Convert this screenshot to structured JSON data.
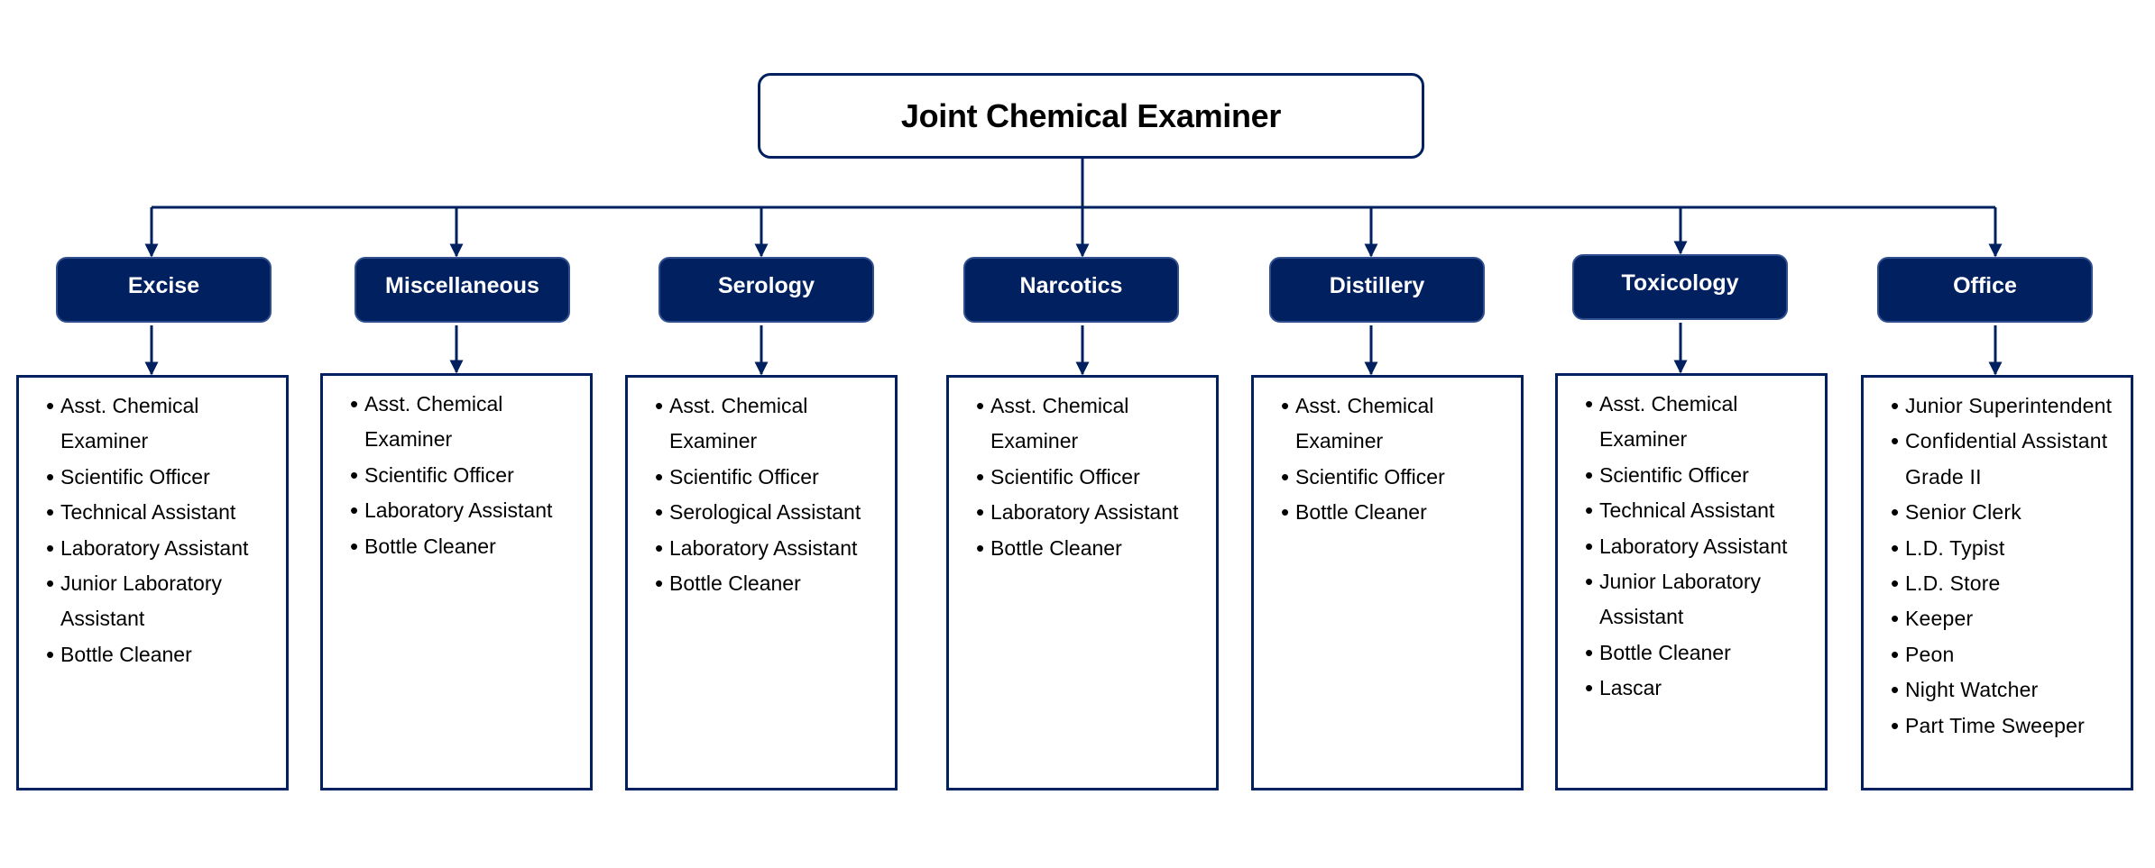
{
  "title": "Joint Chemical Examiner",
  "colors": {
    "primary": "#002060",
    "text": "#000000",
    "header_text": "#ffffff"
  },
  "departments": [
    {
      "name": "Excise",
      "positions": [
        "Asst. Chemical Examiner",
        "Scientific Officer",
        "Technical Assistant",
        "Laboratory Assistant",
        "Junior Laboratory Assistant",
        "Bottle Cleaner"
      ]
    },
    {
      "name": "Miscellaneous",
      "positions": [
        "Asst. Chemical Examiner",
        "Scientific Officer",
        "Laboratory Assistant",
        "Bottle Cleaner"
      ]
    },
    {
      "name": "Serology",
      "positions": [
        "Asst. Chemical Examiner",
        "Scientific Officer",
        "Serological Assistant",
        "Laboratory Assistant",
        "Bottle Cleaner"
      ]
    },
    {
      "name": "Narcotics",
      "positions": [
        "Asst. Chemical Examiner",
        "Scientific Officer",
        "Laboratory Assistant",
        "Bottle Cleaner"
      ]
    },
    {
      "name": "Distillery",
      "positions": [
        "Asst. Chemical Examiner",
        "Scientific Officer",
        "Bottle Cleaner"
      ]
    },
    {
      "name": "Toxicology",
      "positions": [
        "Asst. Chemical Examiner",
        "Scientific Officer",
        "Technical Assistant",
        "Laboratory Assistant",
        "Junior Laboratory Assistant",
        "Bottle Cleaner",
        "Lascar"
      ]
    },
    {
      "name": "Office",
      "positions": [
        "Junior Superintendent",
        "Confidential Assistant Grade II",
        "Senior Clerk",
        "L.D. Typist",
        "L.D. Store",
        "Keeper",
        "Peon",
        "Night Watcher",
        "Part Time Sweeper"
      ]
    }
  ]
}
